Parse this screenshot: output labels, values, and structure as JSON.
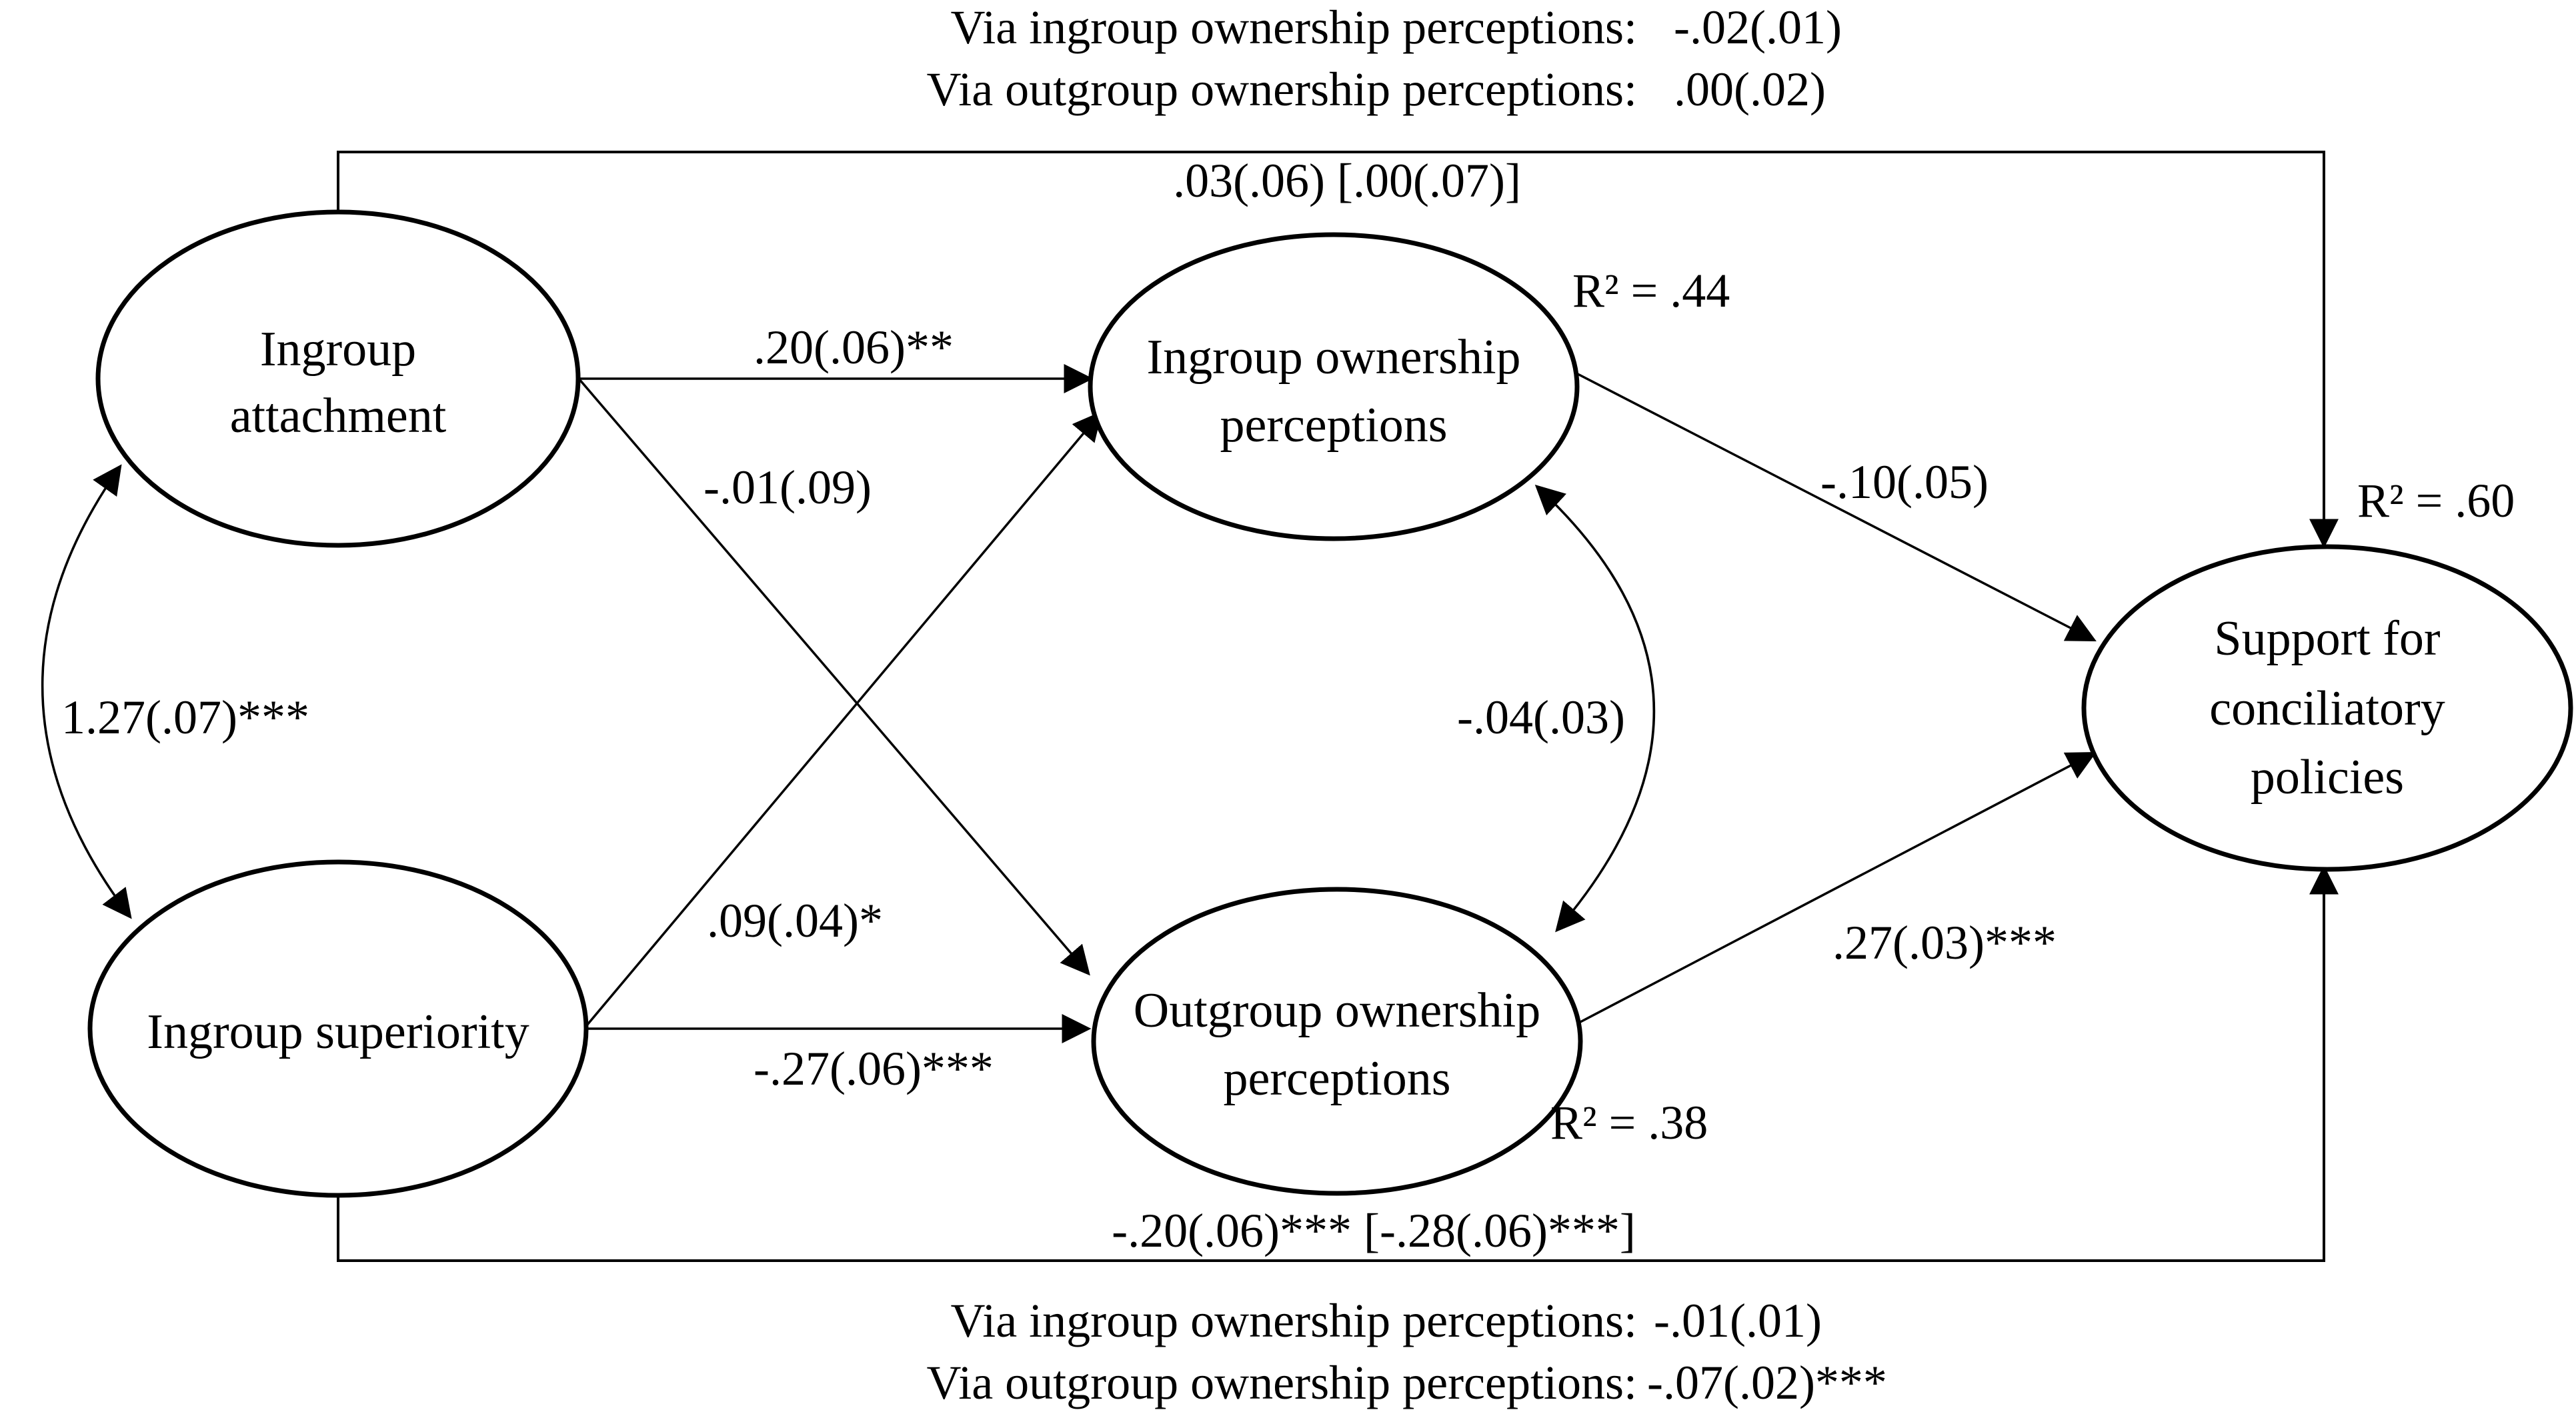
{
  "nodes": {
    "ingroup_attachment": {
      "lines": [
        "Ingroup",
        "attachment"
      ]
    },
    "ingroup_superiority": {
      "lines": [
        "Ingroup superiority"
      ]
    },
    "ingroup_ownership": {
      "lines": [
        "Ingroup ownership",
        "perceptions"
      ],
      "r2": "R² = .44"
    },
    "outgroup_ownership": {
      "lines": [
        "Outgroup ownership",
        "perceptions"
      ],
      "r2": "R² = .38"
    },
    "support": {
      "lines": [
        "Support for",
        "conciliatory",
        "policies"
      ],
      "r2": "R² = .60"
    }
  },
  "paths": {
    "attach_to_ingroup_own": ".20(.06)**",
    "attach_to_outgroup_own": "-.01(.09)",
    "super_to_ingroup_own": ".09(.04)*",
    "super_to_outgroup_own": "-.27(.06)***",
    "ingroup_own_to_support": "-.10(.05)",
    "outgroup_own_to_support": ".27(.03)***",
    "attach_super_cov": "1.27(.07)***",
    "own_cov": "-.04(.03)",
    "attach_direct": ".03(.06) [.00(.07)]",
    "super_direct": "-.20(.06)*** [-.28(.06)***]"
  },
  "indirect_top": {
    "line1_label": "Via ingroup ownership perceptions:",
    "line1_value": "-.02(.01)",
    "line2_label": "Via outgroup ownership perceptions:",
    "line2_value": ".00(.02)"
  },
  "indirect_bottom": {
    "line1_label": "Via ingroup ownership perceptions:",
    "line1_value": "-.01(.01)",
    "line2_label": "Via outgroup ownership perceptions:",
    "line2_value": "-.07(.02)***"
  }
}
